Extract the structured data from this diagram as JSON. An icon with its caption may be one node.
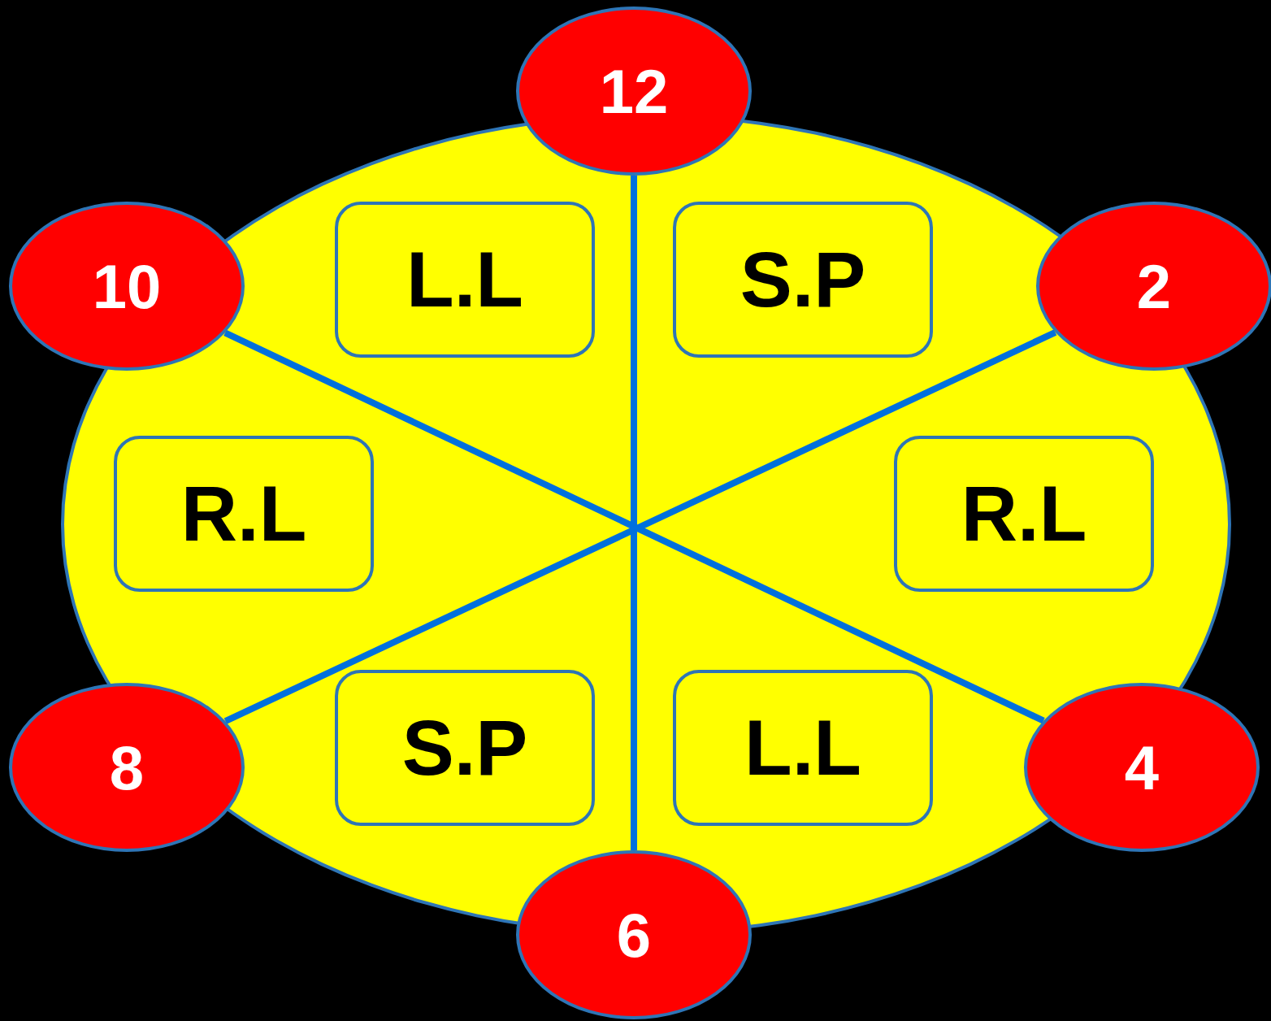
{
  "diagram": {
    "nodes": [
      {
        "text": [],
        "shape": "circle"
      },
      {
        "text": [
          "12"
        ]
      },
      {
        "text": [
          "10"
        ]
      },
      {
        "text": [
          "L.L"
        ],
        "in": 0
      },
      {
        "text": [
          "S.P"
        ],
        "in": 0
      },
      {
        "text": [
          "2"
        ]
      },
      {
        "text": [
          "R.L"
        ],
        "in": 0
      },
      {
        "text": [
          "R.L"
        ],
        "in": 0
      },
      {
        "text": [
          "8"
        ]
      },
      {
        "text": [
          "S.P"
        ],
        "in": 0
      },
      {
        "text": [
          "L.L"
        ],
        "in": 0
      },
      {
        "text": [
          "4"
        ]
      },
      {
        "text": [
          "6"
        ]
      }
    ],
    "edges": [
      {
        "from": 1,
        "to": 12,
        "arrow": "none"
      },
      {
        "from": 2,
        "to": 11,
        "arrow": "none"
      },
      {
        "from": 5,
        "to": 8,
        "arrow": "none"
      }
    ]
  }
}
